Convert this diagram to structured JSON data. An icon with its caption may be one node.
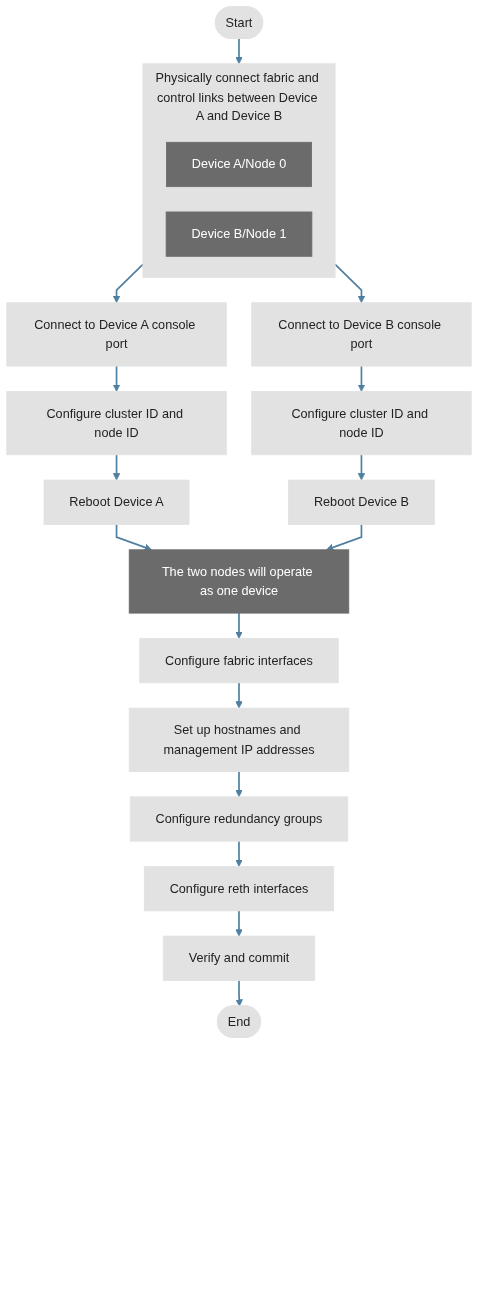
{
  "diagram": {
    "nodes": [
      {
        "text": [
          "Start"
        ]
      },
      {
        "text": [
          "Physically connect fabric and control links between Device A and Device B"
        ]
      },
      {
        "text": [
          "Device A/Node 0"
        ],
        "in": 1
      },
      {
        "text": [
          "Device B/Node 1"
        ],
        "in": 1
      },
      {
        "text": [
          "Connect to Device A console port"
        ]
      },
      {
        "text": [
          "Connect to Device B console port"
        ]
      },
      {
        "text": [
          "Configure cluster ID and node ID"
        ]
      },
      {
        "text": [
          "Configure cluster ID and node ID"
        ]
      },
      {
        "text": [
          "Reboot Device A"
        ]
      },
      {
        "text": [
          "Reboot Device B"
        ]
      },
      {
        "text": [
          "The two nodes will operate as one device"
        ]
      },
      {
        "text": [
          "Configure fabric interfaces"
        ]
      },
      {
        "text": [
          "Set up hostnames and management IP addresses"
        ]
      },
      {
        "text": [
          "Configure redundancy groups"
        ]
      },
      {
        "text": [
          "Configure reth interfaces"
        ]
      },
      {
        "text": [
          "Verify and commit"
        ]
      },
      {
        "text": [
          "End"
        ]
      }
    ],
    "edges": [
      {
        "from": 0,
        "to": 1,
        "arrow": "to"
      },
      {
        "from": 1,
        "to": 4,
        "arrow": "to"
      },
      {
        "from": 1,
        "to": 5,
        "arrow": "to"
      },
      {
        "from": 4,
        "to": 6,
        "arrow": "to"
      },
      {
        "from": 6,
        "to": 8,
        "arrow": "to"
      },
      {
        "from": 5,
        "to": 7,
        "arrow": "to"
      },
      {
        "from": 7,
        "to": 9,
        "arrow": "to"
      },
      {
        "from": 8,
        "to": 10,
        "arrow": "to"
      },
      {
        "from": 9,
        "to": 10,
        "arrow": "to"
      },
      {
        "from": 10,
        "to": 11,
        "arrow": "to"
      },
      {
        "from": 11,
        "to": 12,
        "arrow": "to"
      },
      {
        "from": 12,
        "to": 13,
        "arrow": "to"
      },
      {
        "from": 13,
        "to": 14,
        "arrow": "to"
      },
      {
        "from": 14,
        "to": 15,
        "arrow": "to"
      },
      {
        "from": 15,
        "to": 16,
        "arrow": "to"
      }
    ]
  }
}
